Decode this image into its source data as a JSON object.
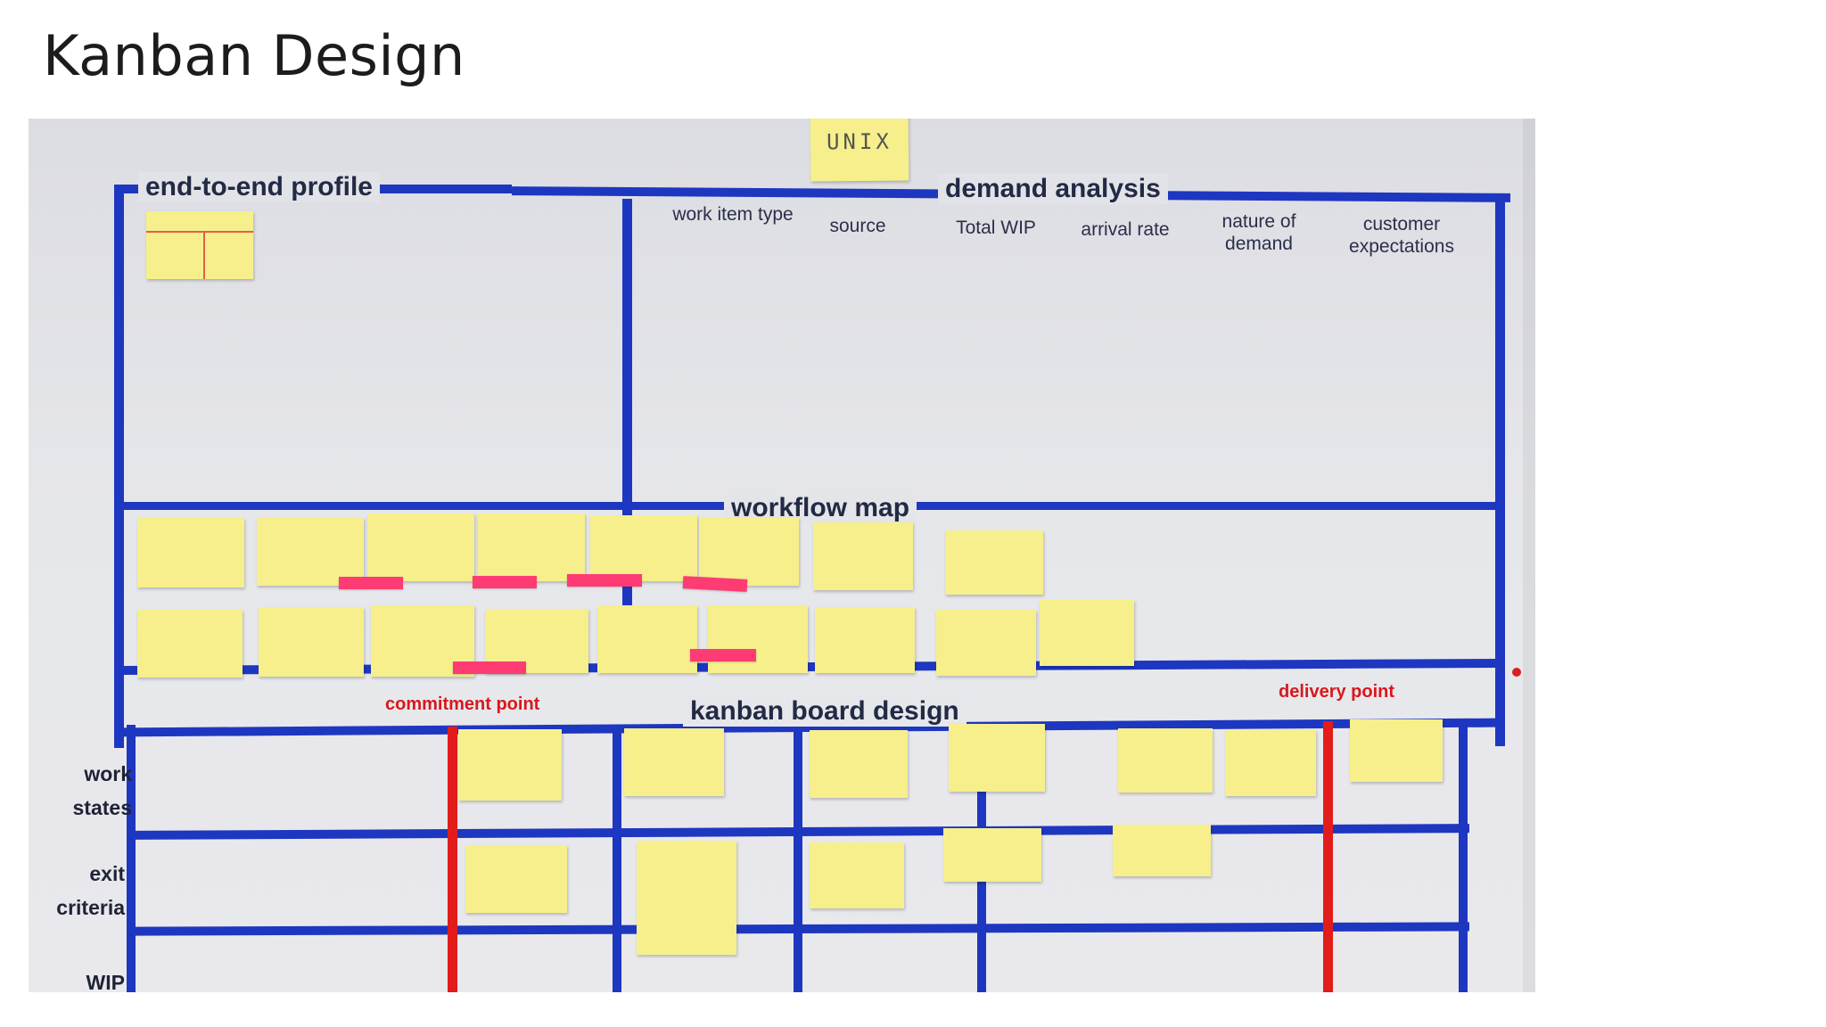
{
  "slide": {
    "title": "Kanban Design"
  },
  "board": {
    "unix_note": "UNIX",
    "sections": {
      "end_to_end_profile": "end-to-end profile",
      "demand_analysis": "demand analysis",
      "workflow_map": "workflow map",
      "kanban_board_design": "kanban board design"
    },
    "demand_columns": [
      "work item type",
      "source",
      "Total WIP",
      "arrival rate",
      "nature of demand",
      "customer expectations"
    ],
    "markers": {
      "commitment_point": "commitment point",
      "delivery_point": "delivery point"
    },
    "row_labels": [
      "work states",
      "exit criteria",
      "WIP"
    ]
  },
  "colors": {
    "tape": "#1e37c0",
    "red_tape": "#e21b1b",
    "sticky": "#f6ef8c",
    "pink_flag": "#ff3b73"
  }
}
